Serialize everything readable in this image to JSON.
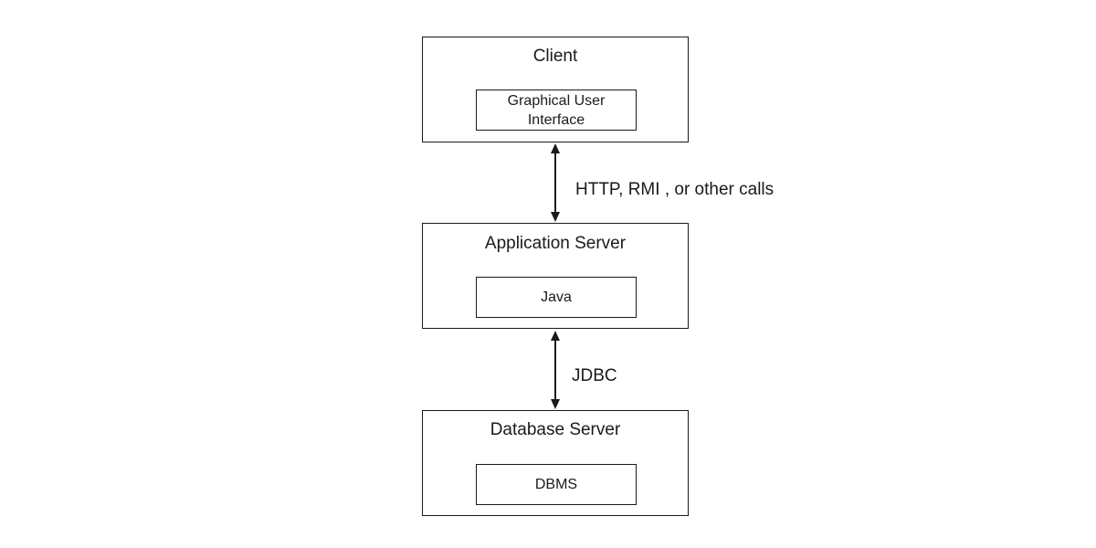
{
  "tiers": {
    "client": {
      "title": "Client",
      "component": "Graphical User Interface"
    },
    "application_server": {
      "title": "Application Server",
      "component": "Java"
    },
    "database_server": {
      "title": "Database Server",
      "component": "DBMS"
    }
  },
  "connectors": {
    "client_to_app": "HTTP, RMI , or other calls",
    "app_to_db": "JDBC"
  },
  "colors": {
    "line": "#1a1a1a",
    "background": "#ffffff"
  }
}
